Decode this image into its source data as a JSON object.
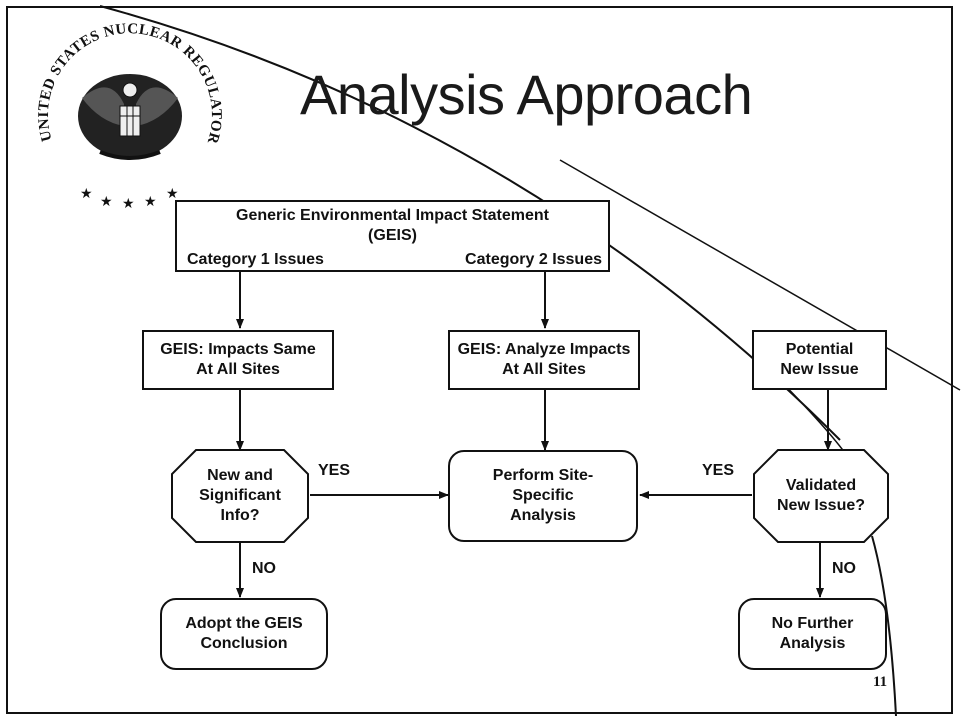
{
  "slide": {
    "title": "Analysis Approach",
    "page_number": "11",
    "seal_text": "UNITED STATES NUCLEAR REGULATORY COMMISSION"
  },
  "geis": {
    "title_line1": "Generic Environmental Impact Statement",
    "title_line2": "(GEIS)",
    "category1": "Category 1 Issues",
    "category2": "Category 2 Issues"
  },
  "nodes": {
    "impacts_same": "GEIS: Impacts Same At All Sites",
    "analyze_impacts": "GEIS: Analyze Impacts At All Sites",
    "potential_new": "Potential New Issue",
    "new_significant": "New and Significant Info?",
    "perform_analysis": "Perform Site-Specific Analysis",
    "validated_new": "Validated New Issue?",
    "adopt_geis": "Adopt the GEIS Conclusion",
    "no_further": "No Further Analysis"
  },
  "edge_labels": {
    "yes_left": "YES",
    "yes_right": "YES",
    "no_left": "NO",
    "no_right": "NO"
  }
}
